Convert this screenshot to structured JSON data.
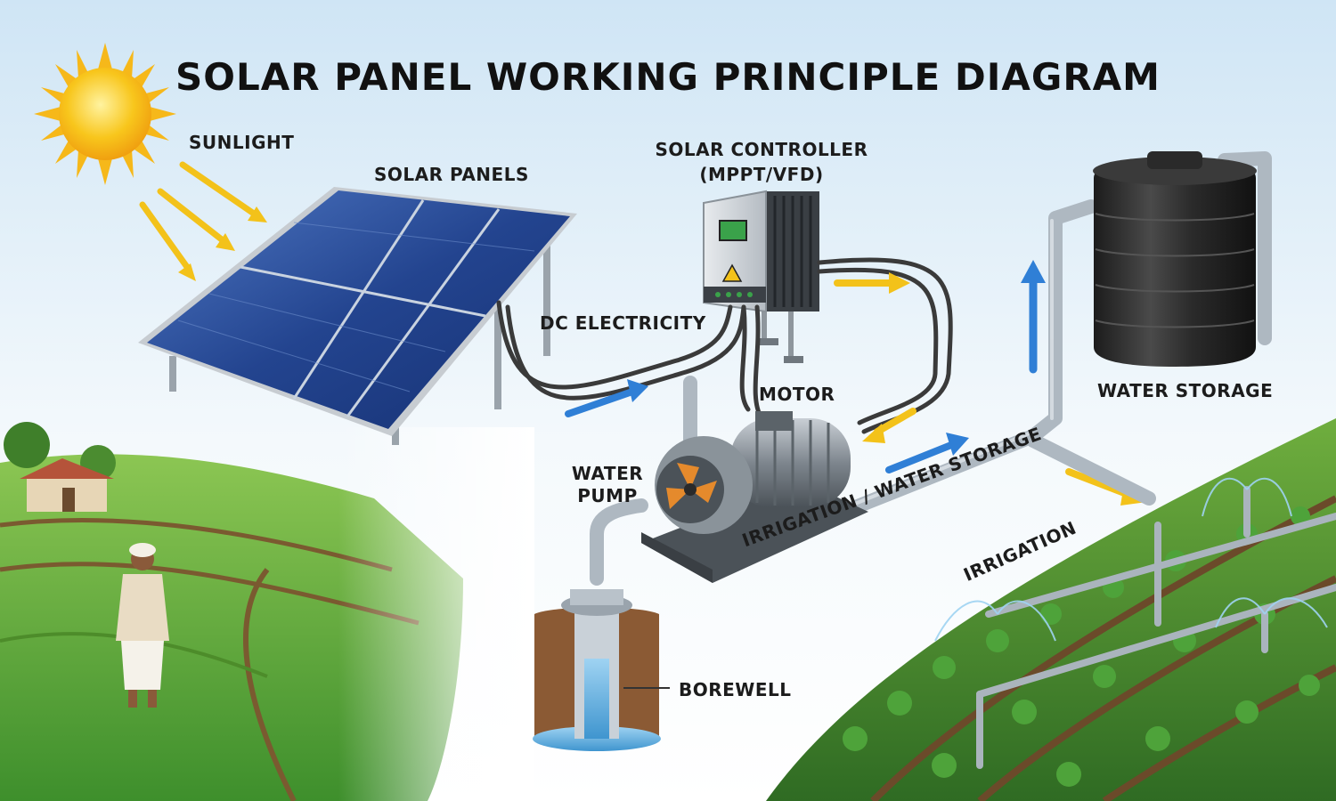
{
  "title": "SOLAR PANEL WORKING PRINCIPLE DIAGRAM",
  "labels": {
    "sunlight": "SUNLIGHT",
    "solar_panels": "SOLAR PANELS",
    "controller_line1": "SOLAR CONTROLLER",
    "controller_line2": "(MPPT/VFD)",
    "dc_electricity": "DC ELECTRICITY",
    "motor": "MOTOR",
    "pump_line1": "WATER",
    "pump_line2": "PUMP",
    "water_storage": "WATER STORAGE",
    "irrigation_storage": "IRRIGATION / WATER STORAGE",
    "irrigation": "IRRIGATION",
    "borewell": "BOREWELL"
  },
  "colors": {
    "sky": "#dfeef8",
    "grass": "#5aa83a",
    "panel": "#1f3f8a",
    "tank": "#2a2a2a",
    "pipe": "#b9c3cc",
    "flow_arrow_blue": "#2f7fd6",
    "flow_arrow_yellow": "#f3c21a",
    "sun": "#f7c21c"
  }
}
